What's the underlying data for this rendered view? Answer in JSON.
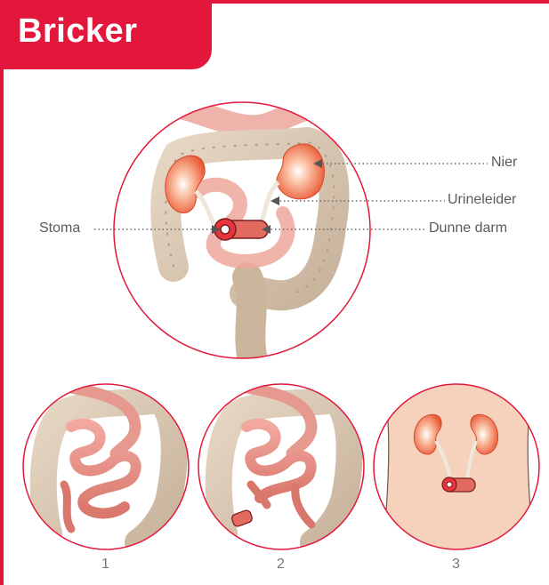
{
  "header": {
    "title": "Bricker",
    "accent_color": "#e3173b"
  },
  "main_diagram": {
    "labels": {
      "nier": "Nier",
      "urineleider": "Urineleider",
      "dunne_darm": "Dunne darm",
      "stoma": "Stoma"
    }
  },
  "steps": [
    {
      "number": "1"
    },
    {
      "number": "2"
    },
    {
      "number": "3"
    }
  ]
}
